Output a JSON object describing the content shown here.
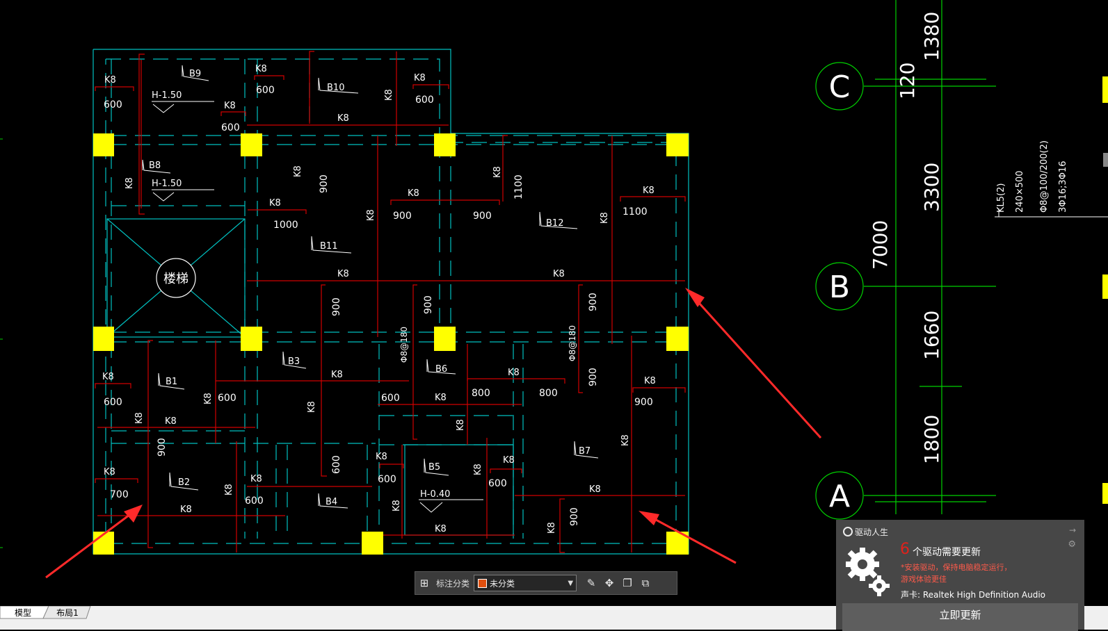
{
  "drawing": {
    "colors": {
      "wall": "#00c0c0",
      "grid_green": "#00d000",
      "column": "#ffff00",
      "rebar": "#d00000",
      "text": "#ffffff",
      "background": "#000000",
      "arrow": "#ff2a2a"
    },
    "stair_label": "楼梯",
    "slabs": [
      "B9",
      "B10",
      "B8",
      "B11",
      "B12",
      "B3",
      "B1",
      "B6",
      "B7",
      "B2",
      "B5",
      "B4"
    ],
    "elevations": [
      "H-1.50",
      "H-1.50",
      "H-0.40"
    ],
    "rebar_spec": "K8",
    "dims": [
      "600",
      "600",
      "600",
      "600",
      "900",
      "1100",
      "1000",
      "900",
      "900",
      "1100",
      "900",
      "900",
      "900",
      "900",
      "600",
      "600",
      "800",
      "800",
      "900",
      "600",
      "700",
      "600",
      "600",
      "600",
      "900",
      "600",
      "900"
    ],
    "dist_rebar": "Φ8@180",
    "axes": [
      "C",
      "B",
      "A"
    ],
    "axis_dims": [
      "1380",
      "120",
      "3300",
      "7000",
      "1660",
      "1800"
    ],
    "beam_tag": [
      "KL5(2)",
      "240×500",
      "Φ8@100/200(2)",
      "3Φ16;3Φ16"
    ]
  },
  "toolbar": {
    "label": "标注分类",
    "category_value": "未分类",
    "category_color": "#e05010",
    "icons": [
      "grid-icon",
      "edit-icon",
      "move-icon",
      "copy-icon",
      "paste-icon"
    ]
  },
  "tabs": [
    "模型",
    "布局1"
  ],
  "notification": {
    "brand": "驱动人生",
    "count": "6",
    "message": "个驱动需要更新",
    "sub1": "*安装驱动，保持电脑稳定运行，",
    "sub2": "游戏体验更佳",
    "sound_card": "声卡: Realtek High Definition Audio",
    "button": "立即更新"
  }
}
